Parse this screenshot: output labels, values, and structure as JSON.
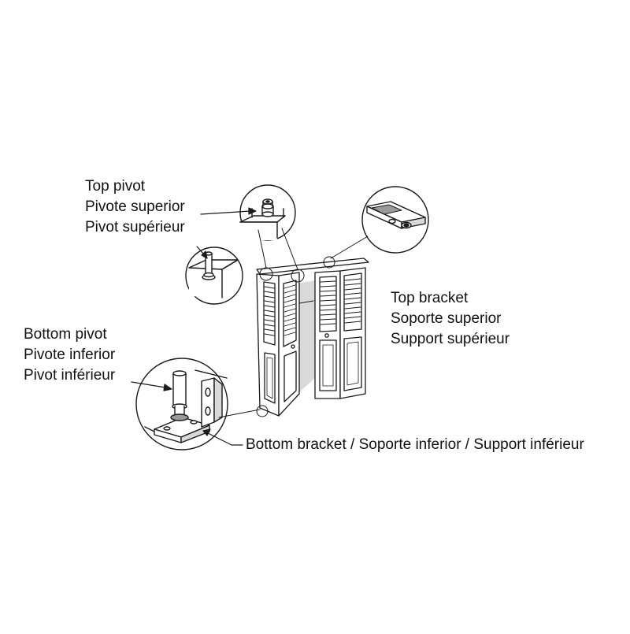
{
  "labels": {
    "top_pivot": [
      "Top pivot",
      "Pivote superior",
      "Pivot supérieur"
    ],
    "top_bracket": [
      "Top bracket",
      "Soporte superior",
      "Support supérieur"
    ],
    "bottom_pivot": [
      "Bottom pivot",
      "Pivote inferior",
      "Pivot inférieur"
    ],
    "bottom_bracket": "Bottom bracket / Soporte inferior / Support inférieur"
  },
  "colors": {
    "line": "#1a1a1a",
    "fill": "#ffffff",
    "shade": "#d9d9d9",
    "dark_shade": "#9a9a9a"
  }
}
